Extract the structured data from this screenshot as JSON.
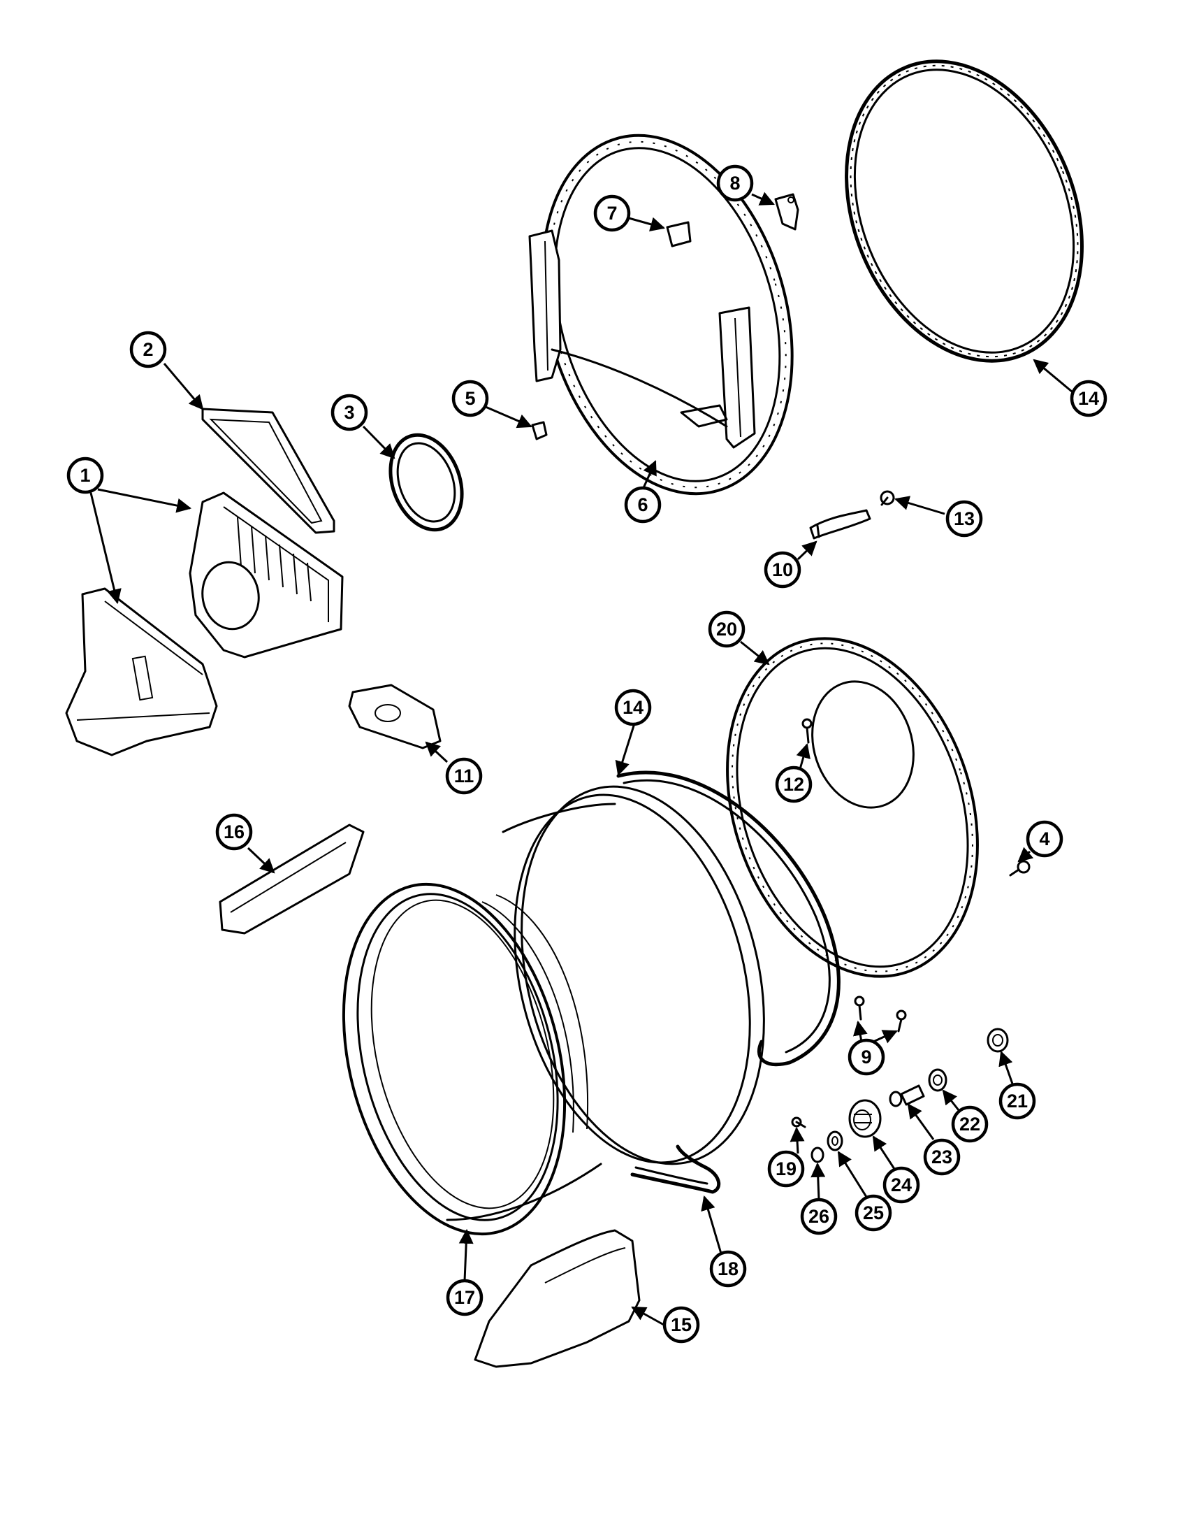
{
  "colors": {
    "line": "#000000",
    "background": "#ffffff"
  },
  "callouts": [
    {
      "id": "c1",
      "label": "1"
    },
    {
      "id": "c2",
      "label": "2"
    },
    {
      "id": "c3",
      "label": "3"
    },
    {
      "id": "c4",
      "label": "4"
    },
    {
      "id": "c5",
      "label": "5"
    },
    {
      "id": "c6",
      "label": "6"
    },
    {
      "id": "c7",
      "label": "7"
    },
    {
      "id": "c8",
      "label": "8"
    },
    {
      "id": "c9",
      "label": "9"
    },
    {
      "id": "c10",
      "label": "10"
    },
    {
      "id": "c11",
      "label": "11"
    },
    {
      "id": "c12",
      "label": "12"
    },
    {
      "id": "c13",
      "label": "13"
    },
    {
      "id": "c14a",
      "label": "14"
    },
    {
      "id": "c14b",
      "label": "14"
    },
    {
      "id": "c15",
      "label": "15"
    },
    {
      "id": "c16",
      "label": "16"
    },
    {
      "id": "c17",
      "label": "17"
    },
    {
      "id": "c18",
      "label": "18"
    },
    {
      "id": "c19",
      "label": "19"
    },
    {
      "id": "c20",
      "label": "20"
    },
    {
      "id": "c21",
      "label": "21"
    },
    {
      "id": "c22",
      "label": "22"
    },
    {
      "id": "c23",
      "label": "23"
    },
    {
      "id": "c24",
      "label": "24"
    },
    {
      "id": "c25",
      "label": "25"
    },
    {
      "id": "c26",
      "label": "26"
    }
  ]
}
